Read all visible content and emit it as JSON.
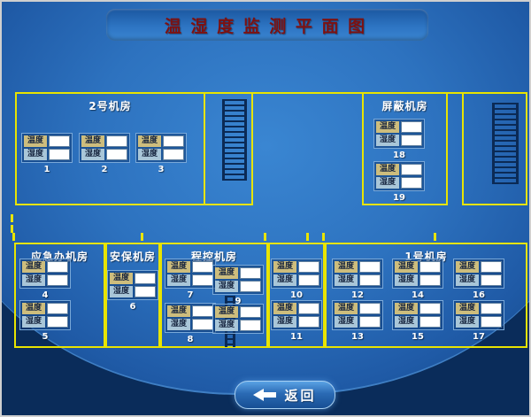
{
  "title": "温 湿 度 监 测 平 面 图",
  "labels": {
    "temp": "温度",
    "hum": "湿度"
  },
  "rooms": {
    "room2": "2号机房",
    "shielded": "屏蔽机房",
    "emergency": "应急办机房",
    "security": "安保机房",
    "program": "程控机房",
    "room1": "1号机房"
  },
  "sensors": {
    "s1": {
      "id": "1",
      "temp": "",
      "hum": ""
    },
    "s2": {
      "id": "2",
      "temp": "",
      "hum": ""
    },
    "s3": {
      "id": "3",
      "temp": "",
      "hum": ""
    },
    "s4": {
      "id": "4",
      "temp": "",
      "hum": ""
    },
    "s5": {
      "id": "5",
      "temp": "",
      "hum": ""
    },
    "s6": {
      "id": "6",
      "temp": "",
      "hum": ""
    },
    "s7": {
      "id": "7",
      "temp": "",
      "hum": ""
    },
    "s8": {
      "id": "8",
      "temp": "",
      "hum": ""
    },
    "s9": {
      "id": "9",
      "temp": "",
      "hum": ""
    },
    "sx": {
      "id": "",
      "temp": "",
      "hum": ""
    },
    "s10": {
      "id": "10",
      "temp": "",
      "hum": ""
    },
    "s11": {
      "id": "11",
      "temp": "",
      "hum": ""
    },
    "s12": {
      "id": "12",
      "temp": "",
      "hum": ""
    },
    "s13": {
      "id": "13",
      "temp": "",
      "hum": ""
    },
    "s14": {
      "id": "14",
      "temp": "",
      "hum": ""
    },
    "s15": {
      "id": "15",
      "temp": "",
      "hum": ""
    },
    "s16": {
      "id": "16",
      "temp": "",
      "hum": ""
    },
    "s17": {
      "id": "17",
      "temp": "",
      "hum": ""
    },
    "s18": {
      "id": "18",
      "temp": "",
      "hum": ""
    },
    "s19": {
      "id": "19",
      "temp": "",
      "hum": ""
    }
  },
  "footer": {
    "back": "返回"
  },
  "colors": {
    "wall": "#e8e400",
    "title_text": "#7d1111",
    "temp_label_bg": "#cdbd7d",
    "hum_label_bg": "#a9c6d8",
    "background_dark": "#0a2c5a",
    "background_mid": "#2d72bf"
  }
}
